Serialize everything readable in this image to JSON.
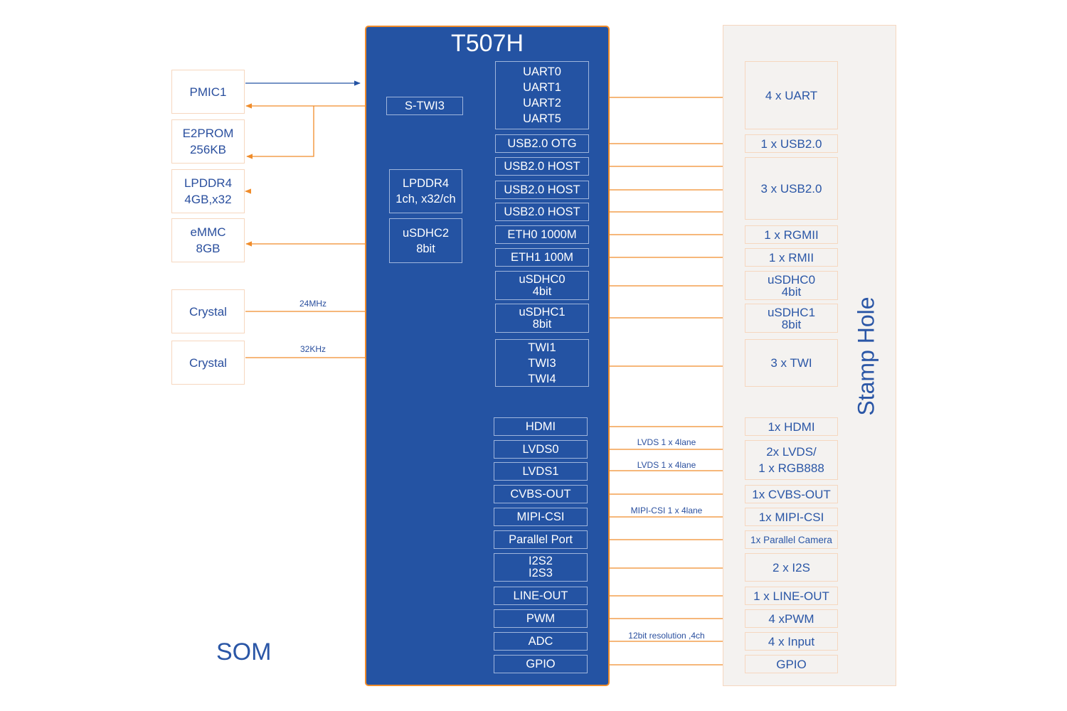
{
  "chip": {
    "title": "T507H"
  },
  "stamp_hole": {
    "label": "Stamp Hole"
  },
  "som_label": "SOM",
  "external": {
    "pmic": "PMIC1",
    "eeprom": "E2PROM\n256KB",
    "lpddr": "LPDDR4\n4GB,x32",
    "emmc": "eMMC\n8GB",
    "crystal1": "Crystal",
    "crystal2": "Crystal"
  },
  "chip_internal": {
    "stwi": "S-TWI3",
    "lpddr": "LPDDR4\n1ch, x32/ch",
    "usdhc2": "uSDHC2\n8bit"
  },
  "interfaces": [
    {
      "key": "uart",
      "chip": "UART0\nUART1\nUART2\nUART5",
      "pin": "4 x UART"
    },
    {
      "key": "otg",
      "chip": "USB2.0 OTG",
      "pin": "1 x USB2.0"
    },
    {
      "key": "host1",
      "chip": "USB2.0 HOST",
      "pin": "3 x USB2.0"
    },
    {
      "key": "host2",
      "chip": "USB2.0 HOST"
    },
    {
      "key": "host3",
      "chip": "USB2.0 HOST"
    },
    {
      "key": "eth0",
      "chip": "ETH0 1000M",
      "pin": "1 x RGMII"
    },
    {
      "key": "eth1",
      "chip": "ETH1 100M",
      "pin": "1 x RMII"
    },
    {
      "key": "usdhc0",
      "chip": "uSDHC0\n4bit",
      "pin": "uSDHC0\n4bit"
    },
    {
      "key": "usdhc1",
      "chip": "uSDHC1\n8bit",
      "pin": "uSDHC1\n8bit"
    },
    {
      "key": "twi",
      "chip": "TWI1\nTWI3\nTWI4",
      "pin": "3 x TWI"
    },
    {
      "key": "hdmi",
      "chip": "HDMI",
      "pin": "1x HDMI"
    },
    {
      "key": "lvds0",
      "chip": "LVDS0",
      "pin": "2x LVDS/\n1 x RGB888",
      "label": "LVDS 1 x 4lane"
    },
    {
      "key": "lvds1",
      "chip": "LVDS1",
      "label": "LVDS 1 x 4lane"
    },
    {
      "key": "cvbs",
      "chip": "CVBS-OUT",
      "pin": "1x CVBS-OUT"
    },
    {
      "key": "mipi",
      "chip": "MIPI-CSI",
      "pin": "1x MIPI-CSI",
      "label": "MIPI-CSI 1 x 4lane"
    },
    {
      "key": "parallel",
      "chip": "Parallel Port",
      "pin": "1x Parallel Camera"
    },
    {
      "key": "i2s",
      "chip": "I2S2\nI2S3",
      "pin": "2 x I2S"
    },
    {
      "key": "lineout",
      "chip": "LINE-OUT",
      "pin": "1 x LINE-OUT"
    },
    {
      "key": "pwm",
      "chip": "PWM",
      "pin": "4 xPWM"
    },
    {
      "key": "adc",
      "chip": "ADC",
      "pin": "4 x Input",
      "label": "12bit resolution ,4ch"
    },
    {
      "key": "gpio",
      "chip": "GPIO",
      "pin": "GPIO"
    }
  ],
  "link_labels": {
    "crystal1": "24MHz",
    "crystal2": "32KHz"
  },
  "colors": {
    "chip_fill": "#2453a3",
    "link": "#f08c2a",
    "power_link": "#2453a3",
    "text": "#2a56a6"
  }
}
